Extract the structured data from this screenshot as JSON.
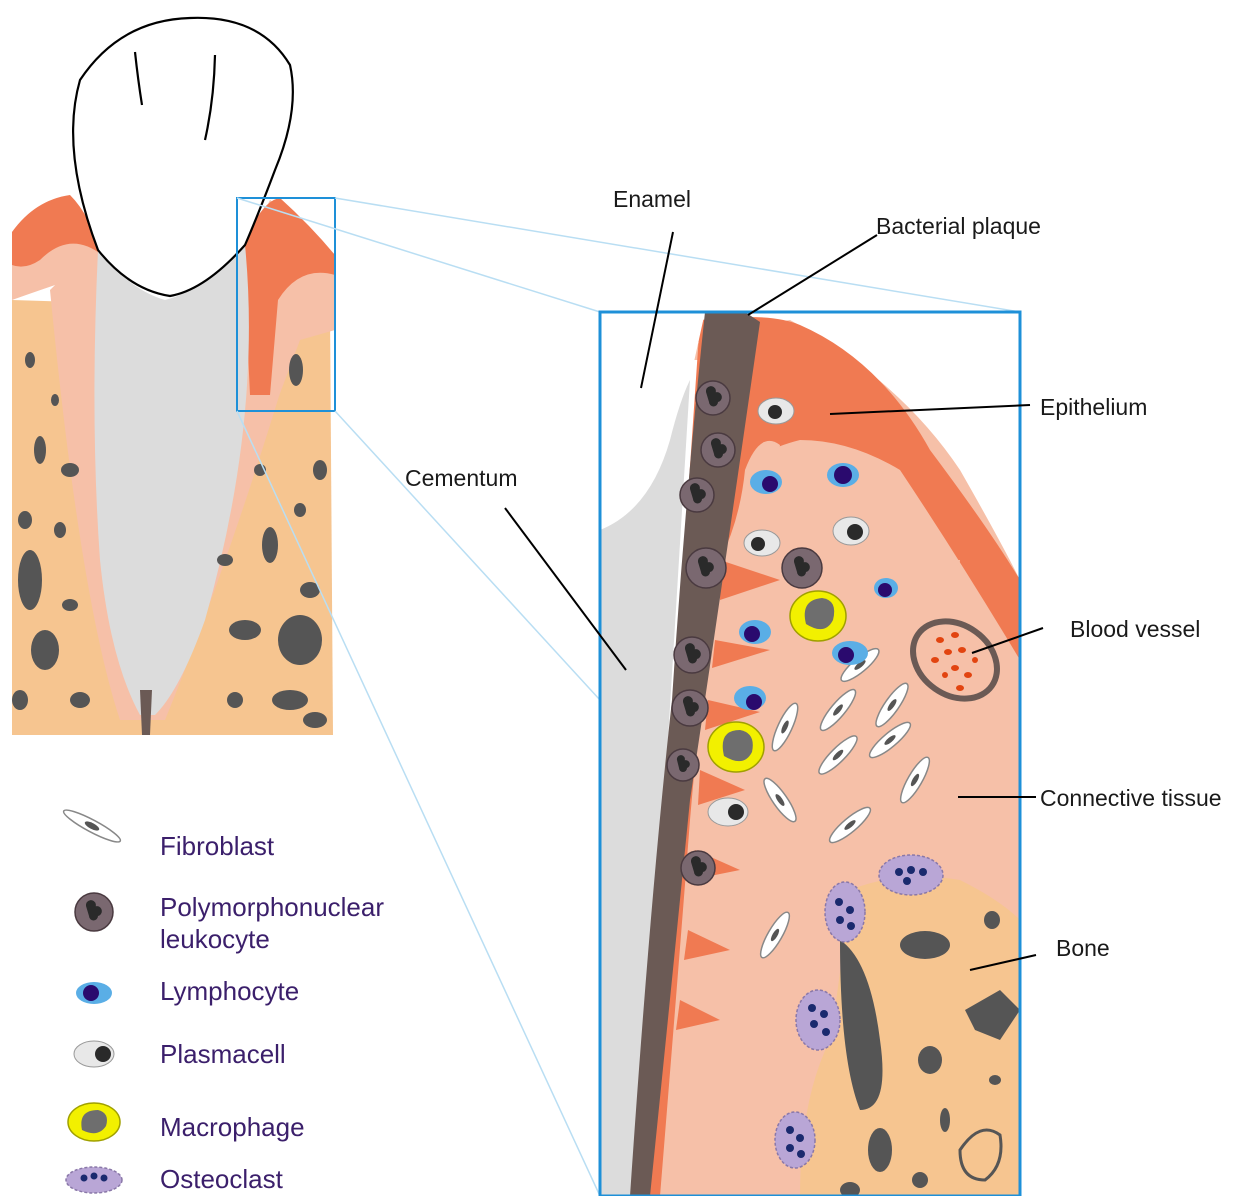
{
  "labels": {
    "enamel": "Enamel",
    "bacterial_plaque": "Bacterial plaque",
    "epithelium": "Epithelium",
    "cementum": "Cementum",
    "blood_vessel": "Blood vessel",
    "connective_tissue": "Connective tissue",
    "bone": "Bone"
  },
  "legend": [
    {
      "id": "fibroblast",
      "label": "Fibroblast",
      "icon": "fibroblast-icon"
    },
    {
      "id": "pmn",
      "label": "Polymorphonuclear",
      "label2": "leukocyte",
      "icon": "pmn-icon"
    },
    {
      "id": "lymphocyte",
      "label": "Lymphocyte",
      "icon": "lymphocyte-icon"
    },
    {
      "id": "plasmacell",
      "label": "Plasmacell",
      "icon": "plasmacell-icon"
    },
    {
      "id": "macrophage",
      "label": "Macrophage",
      "icon": "macrophage-icon"
    },
    {
      "id": "osteoclast",
      "label": "Osteoclast",
      "icon": "osteoclast-icon"
    }
  ],
  "colors": {
    "epithelium": "#f07a52",
    "connective": "#f6c0a8",
    "bone": "#f6c590",
    "cementum": "#dcdcdc",
    "plaque": "#6b5a55",
    "frame": "#1e90d8",
    "legend_text": "#3b1f6b",
    "lymphocyte": "#5aaee6",
    "nucleus_dark": "#2a0a6e",
    "macrophage": "#f2f000",
    "pmn": "#7a6870",
    "osteoclast": "#b9a6d6"
  }
}
